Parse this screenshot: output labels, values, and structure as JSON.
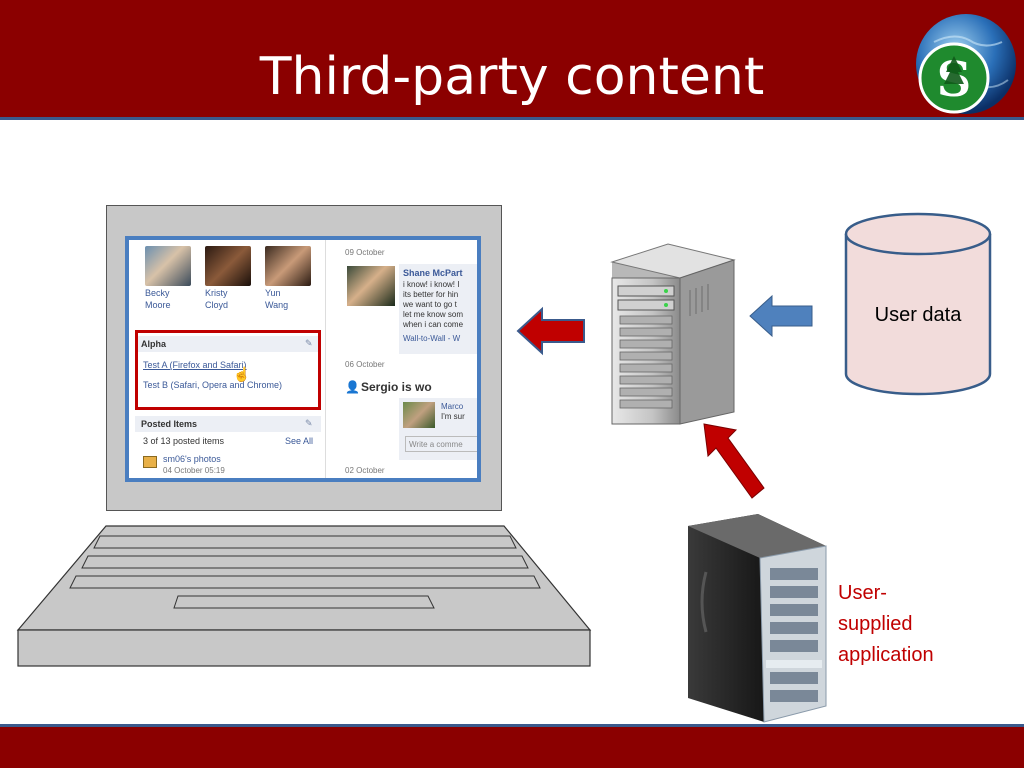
{
  "slide": {
    "title": "Third-party content"
  },
  "profile": {
    "friends": [
      {
        "first": "Becky",
        "last": "Moore"
      },
      {
        "first": "Kristy",
        "last": "Cloyd"
      },
      {
        "first": "Yun",
        "last": "Wang"
      }
    ],
    "alpha_box": {
      "title": "Alpha",
      "links": [
        "Test A (Firefox and Safari)",
        "Test B (Safari, Opera and Chrome)"
      ]
    },
    "posted_items": {
      "title": "Posted Items",
      "count_text": "3 of 13 posted items",
      "see_all": "See All",
      "item_title": "sm06's photos",
      "item_date": "04 October 05:19"
    },
    "feed": {
      "date1": "09 October",
      "author1": "Shane McPart",
      "post_lines": [
        "i know! i know! I",
        "its better for hin",
        "we want to go t",
        "let me know som",
        "when i can come"
      ],
      "wall_link": "Wall-to-Wall - W",
      "date2": "06 October",
      "status": "Sergio is wo",
      "commenter": "Marco",
      "comment_text": "I'm sur",
      "comment_placeholder": "Write a comme",
      "date3": "02 October"
    }
  },
  "labels": {
    "user_data": "User data",
    "user_app_lines": [
      "User-",
      "supplied",
      "application"
    ]
  },
  "colors": {
    "banner": "#8b0000",
    "banner_border": "#3a5a8c",
    "red_arrow": "#c00000",
    "blue_arrow": "#4f81bd",
    "database_fill": "#f2dcdb",
    "database_stroke": "#385d8a",
    "highlight_box": "#c00000",
    "fb_link": "#3b5998"
  }
}
